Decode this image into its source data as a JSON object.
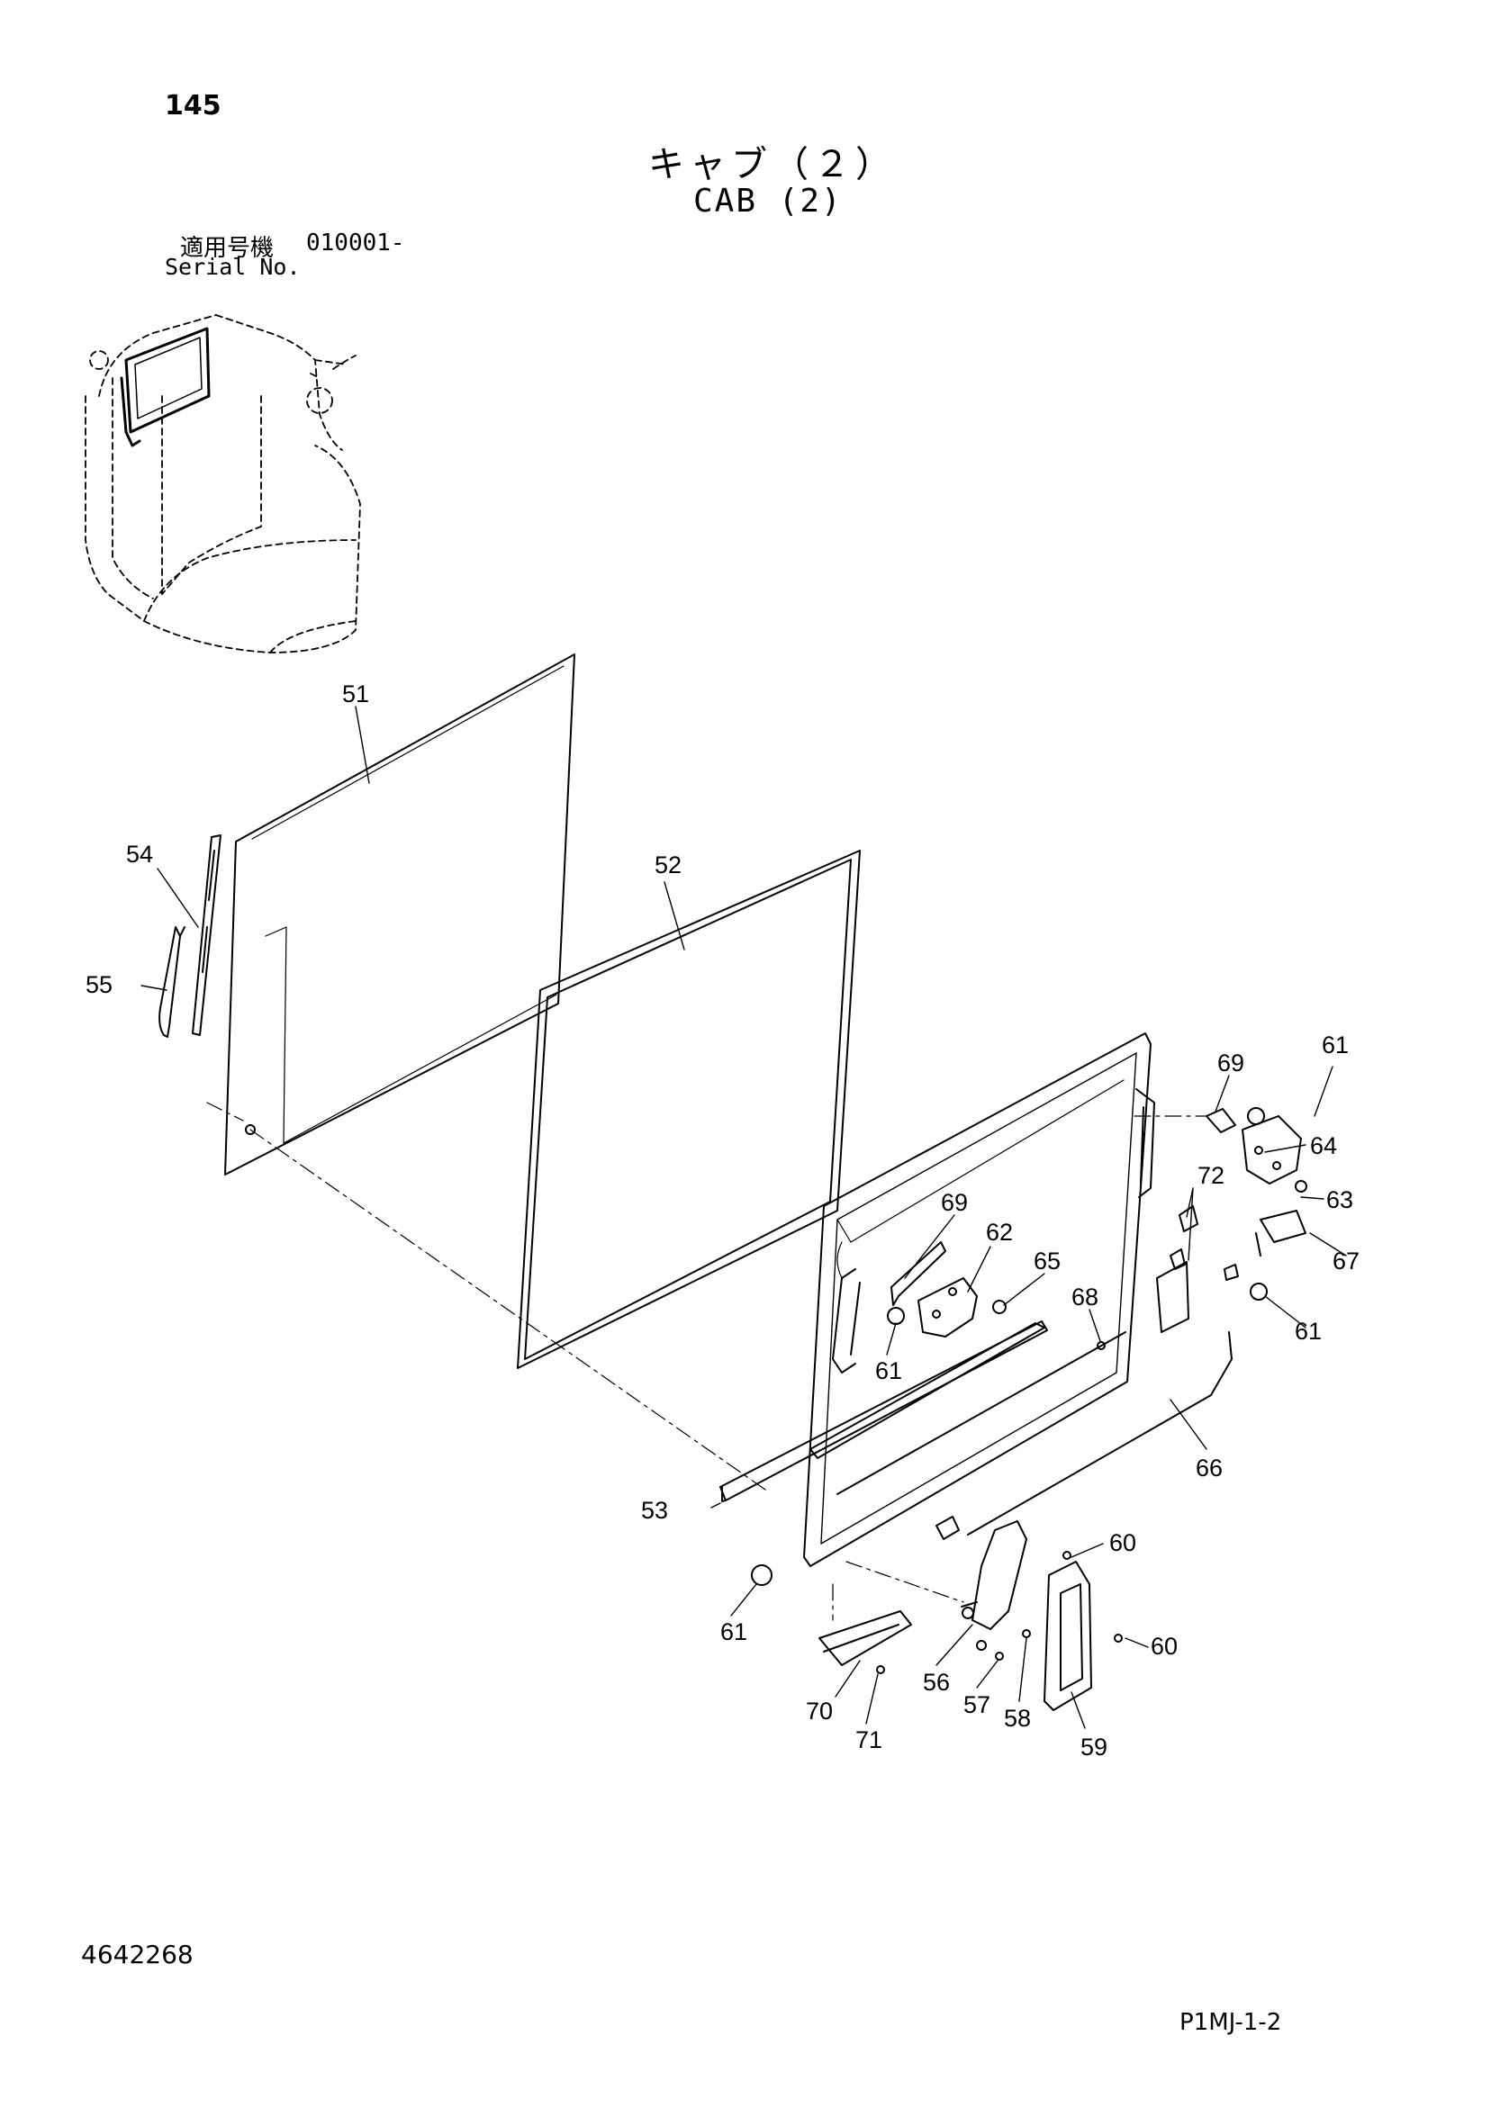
{
  "page_number": "145",
  "title_jp": "キャブ（２）",
  "title_en": "CAB (2)",
  "serial_label_jp": "適用号機",
  "serial_value": "010001-",
  "serial_label_en": "Serial No.",
  "doc_number": "4642268",
  "page_code": "P1MJ-1-2",
  "callouts": {
    "c51": "51",
    "c52": "52",
    "c53": "53",
    "c54": "54",
    "c55": "55",
    "c56": "56",
    "c57": "57",
    "c58": "58",
    "c59": "59",
    "c60a": "60",
    "c60b": "60",
    "c61a": "61",
    "c61b": "61",
    "c61c": "61",
    "c61d": "61",
    "c62": "62",
    "c63": "63",
    "c64": "64",
    "c65": "65",
    "c66": "66",
    "c67": "67",
    "c68": "68",
    "c69a": "69",
    "c69b": "69",
    "c70": "70",
    "c71": "71",
    "c72": "72"
  }
}
